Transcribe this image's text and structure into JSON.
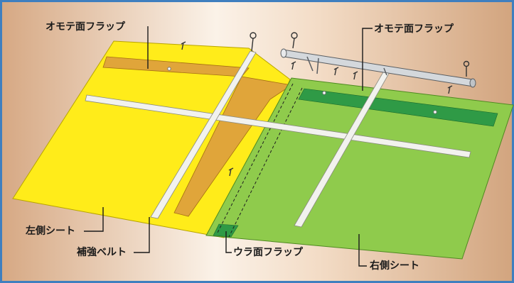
{
  "labels": {
    "front_flap_left": "オモテ面フラップ",
    "front_flap_right": "オモテ面フラップ",
    "left_sheet": "左側シート",
    "reinforcing_belt": "補強ベルト",
    "back_flap": "ウラ面フラップ",
    "right_sheet": "右側シート"
  },
  "colors": {
    "background_warm": "#d9b08c",
    "background_light": "#fbf1e6",
    "border": "#3f7fbf",
    "left_sheet": "#ffec1a",
    "right_sheet": "#8fcb4c",
    "left_flap": "#e0a53a",
    "front_flap_right": "#2f9a46",
    "back_flap": "#2f9a46",
    "belt": "#f2f2ee",
    "pipe": "#d4d8dc"
  }
}
